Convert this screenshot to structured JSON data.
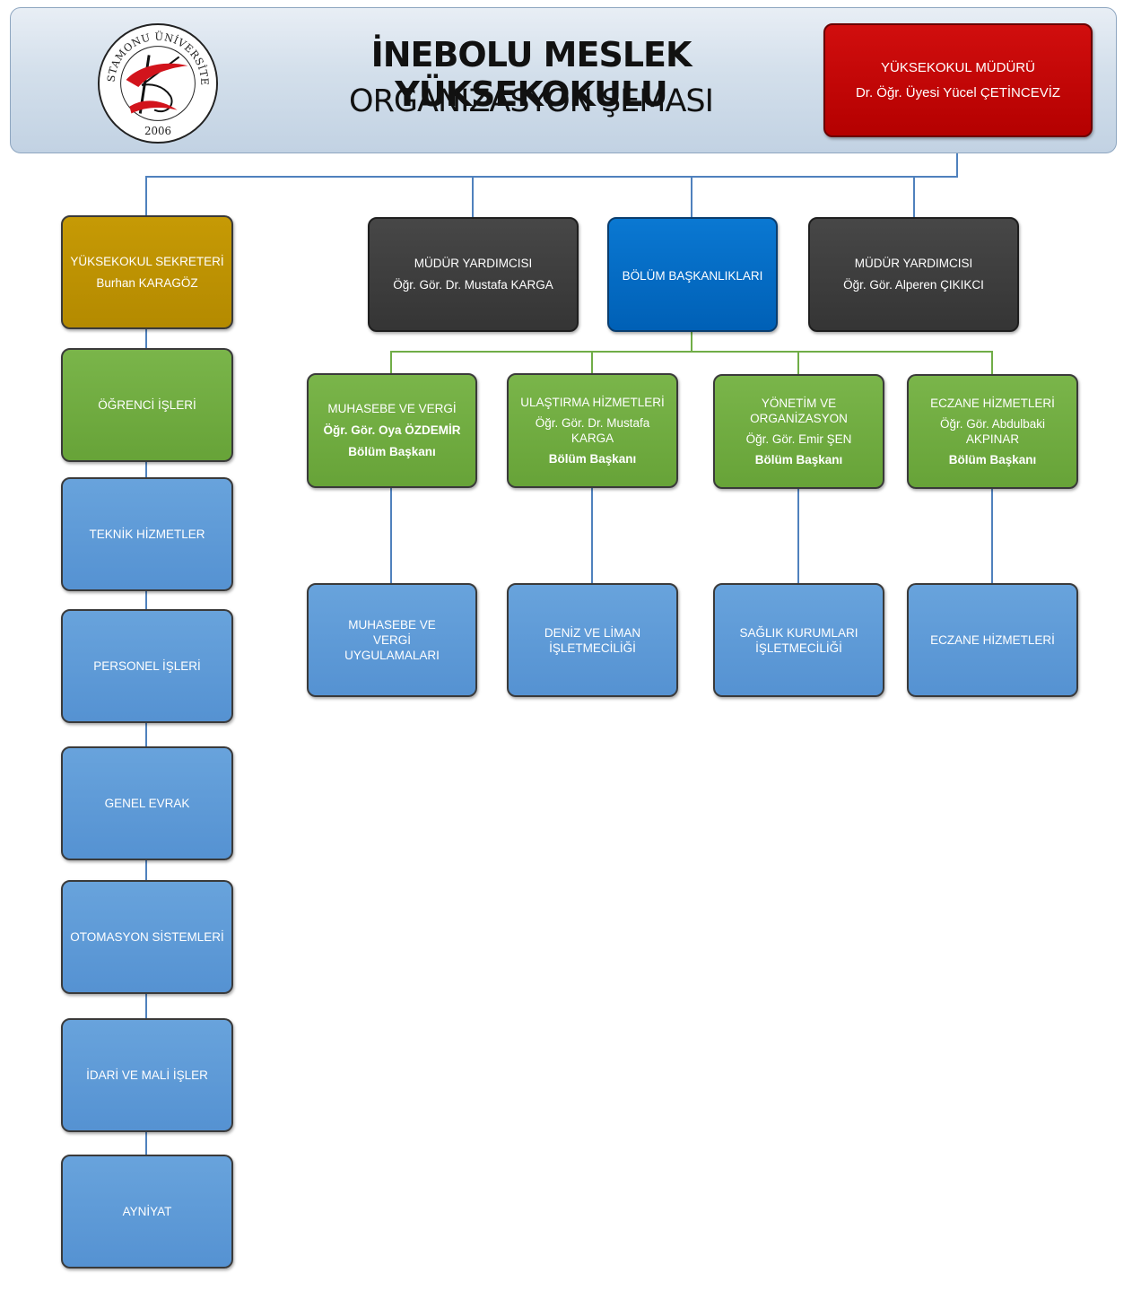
{
  "header": {
    "title_line1": "İNEBOLU MESLEK YÜKSEKOKULU",
    "title_line2": "ORGANİZASYON ŞEMASI",
    "logo": {
      "university_text": "KASTAMONU ÜNİVERSİTESİ",
      "year": "2006",
      "accent_color": "#d2141c"
    }
  },
  "director": {
    "role": "YÜKSEKOKUL MÜDÜRÜ",
    "name": "Dr. Öğr. Üyesi Yücel ÇETİNCEVİZ",
    "color": "#c00000"
  },
  "secretary": {
    "role": "YÜKSEKOKUL SEKRETERİ",
    "name": "Burhan KARAGÖZ",
    "color": "#bf9000"
  },
  "vice_directors": [
    {
      "role": "MÜDÜR YARDIMCISI",
      "name": "Öğr. Gör. Dr. Mustafa KARGA"
    },
    {
      "role": "MÜDÜR YARDIMCISI",
      "name": "Öğr. Gör. Alperen ÇIKIKCI"
    }
  ],
  "department_heads": {
    "label": "BÖLÜM BAŞKANLIKLARI",
    "color": "#0070c0"
  },
  "departments": [
    {
      "name": "MUHASEBE VE VERGİ",
      "head": "Öğr. Gör. Oya ÖZDEMİR",
      "title": "Bölüm Başkanı",
      "program": "MUHASEBE VE VERGİ UYGULAMALARI"
    },
    {
      "name": "ULAŞTIRMA HİZMETLERİ",
      "head": "Öğr. Gör. Dr. Mustafa KARGA",
      "title": "Bölüm Başkanı",
      "program": "DENİZ VE LİMAN İŞLETMECİLİĞİ"
    },
    {
      "name": "YÖNETİM VE ORGANİZASYON",
      "head": "Öğr. Gör. Emir ŞEN",
      "title": "Bölüm Başkanı",
      "program": "SAĞLIK KURUMLARI İŞLETMECİLİĞİ"
    },
    {
      "name": "ECZANE HİZMETLERİ",
      "head": "Öğr. Gör. Abdulbaki AKPINAR",
      "title": "Bölüm Başkanı",
      "program": "ECZANE HİZMETLERİ"
    }
  ],
  "admin_units": [
    "ÖĞRENCİ İŞLERİ",
    "TEKNİK HİZMETLER",
    "PERSONEL İŞLERİ",
    "GENEL EVRAK",
    "OTOMASYON SİSTEMLERİ",
    "İDARİ VE MALİ İŞLER",
    "AYNİYAT"
  ],
  "colors": {
    "vice_director": "#404040",
    "department": "#70ad47",
    "unit": "#5b9bd5",
    "connector_blue": "#4f81bd",
    "connector_green": "#70ad47"
  }
}
